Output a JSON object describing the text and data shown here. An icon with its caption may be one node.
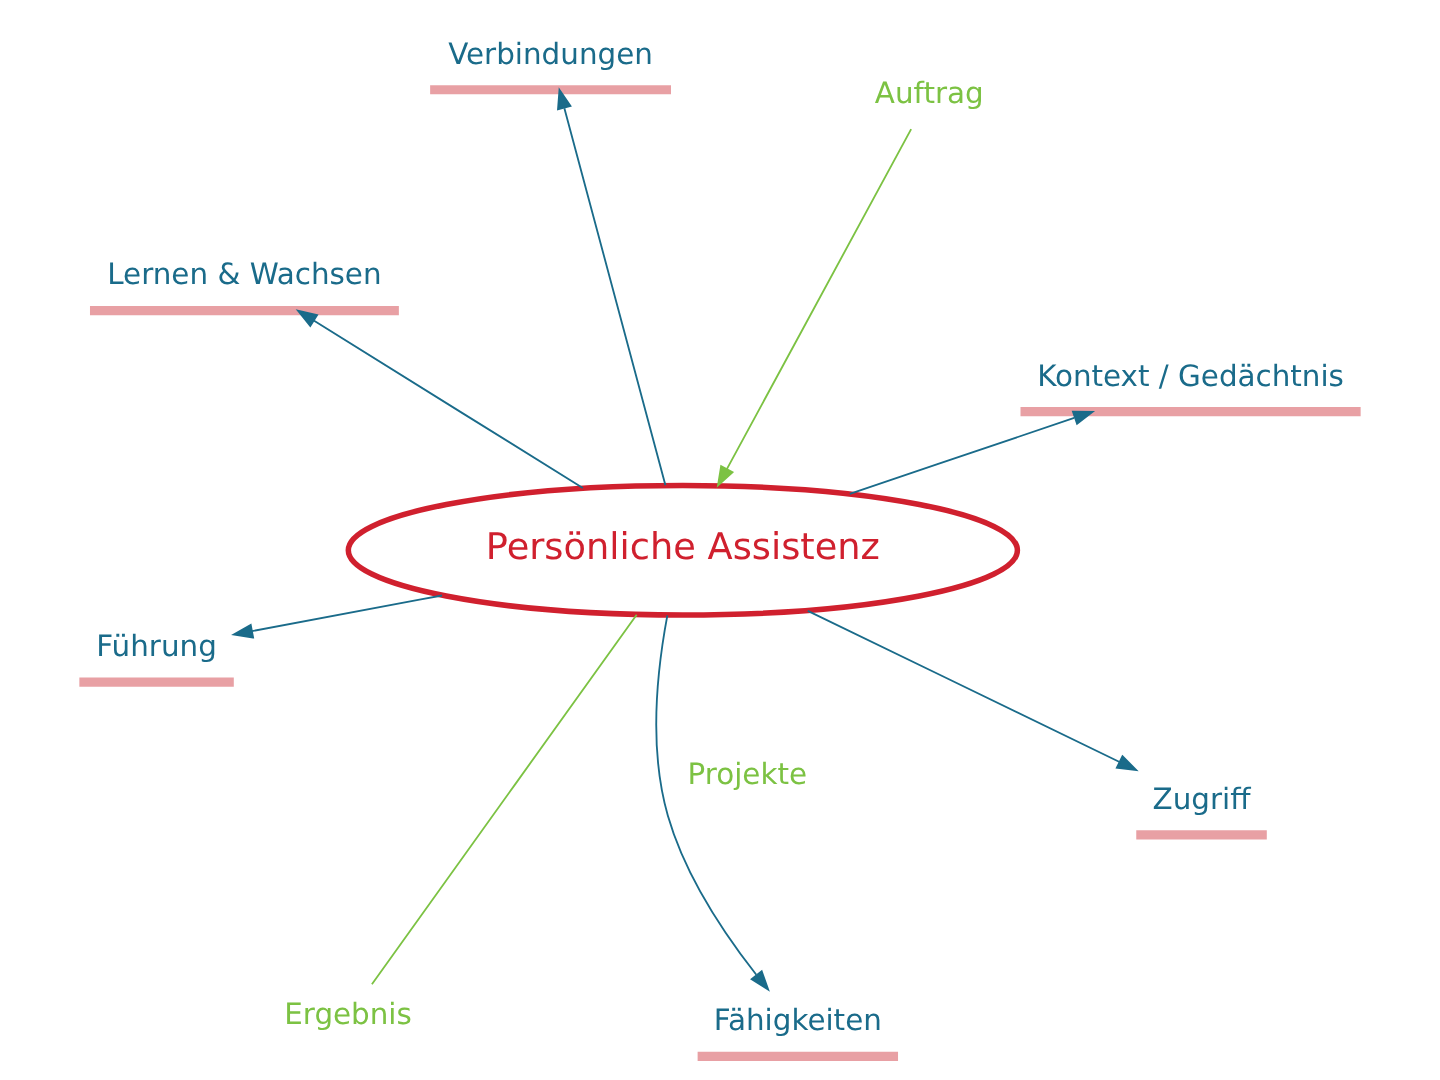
{
  "diagram": {
    "nodes": [
      {
        "text": [
          "Persönliche Assistenz"
        ]
      },
      {
        "text": [
          "Kontext / Gedächtnis"
        ]
      },
      {
        "text": [
          "Fähigkeiten"
        ]
      },
      {
        "text": [
          "Verbindungen"
        ]
      },
      {
        "text": [
          "Auftrag"
        ]
      },
      {
        "text": [
          "Lernen & Wachsen"
        ]
      },
      {
        "text": [
          "Führung"
        ]
      },
      {
        "text": [
          "Zugriff"
        ]
      },
      {
        "text": [
          "Ergebnis"
        ]
      }
    ],
    "edges": [
      {
        "from": 0,
        "to": 1,
        "arrow": "to"
      },
      {
        "from": 0,
        "to": 2,
        "arrow": "to"
      },
      {
        "from": 0,
        "to": 3,
        "arrow": "to"
      },
      {
        "from": 4,
        "to": 0,
        "arrow": "to",
        "color": "#7cc243"
      },
      {
        "from": 0,
        "to": 5,
        "arrow": "to"
      },
      {
        "from": 0,
        "to": 6,
        "arrow": "to"
      },
      {
        "from": 0,
        "to": 7,
        "arrow": "to"
      },
      {
        "from": 0,
        "to": 8,
        "arrow": "none",
        "color": "#7cc243"
      }
    ],
    "labels": [
      "Projekte"
    ]
  }
}
